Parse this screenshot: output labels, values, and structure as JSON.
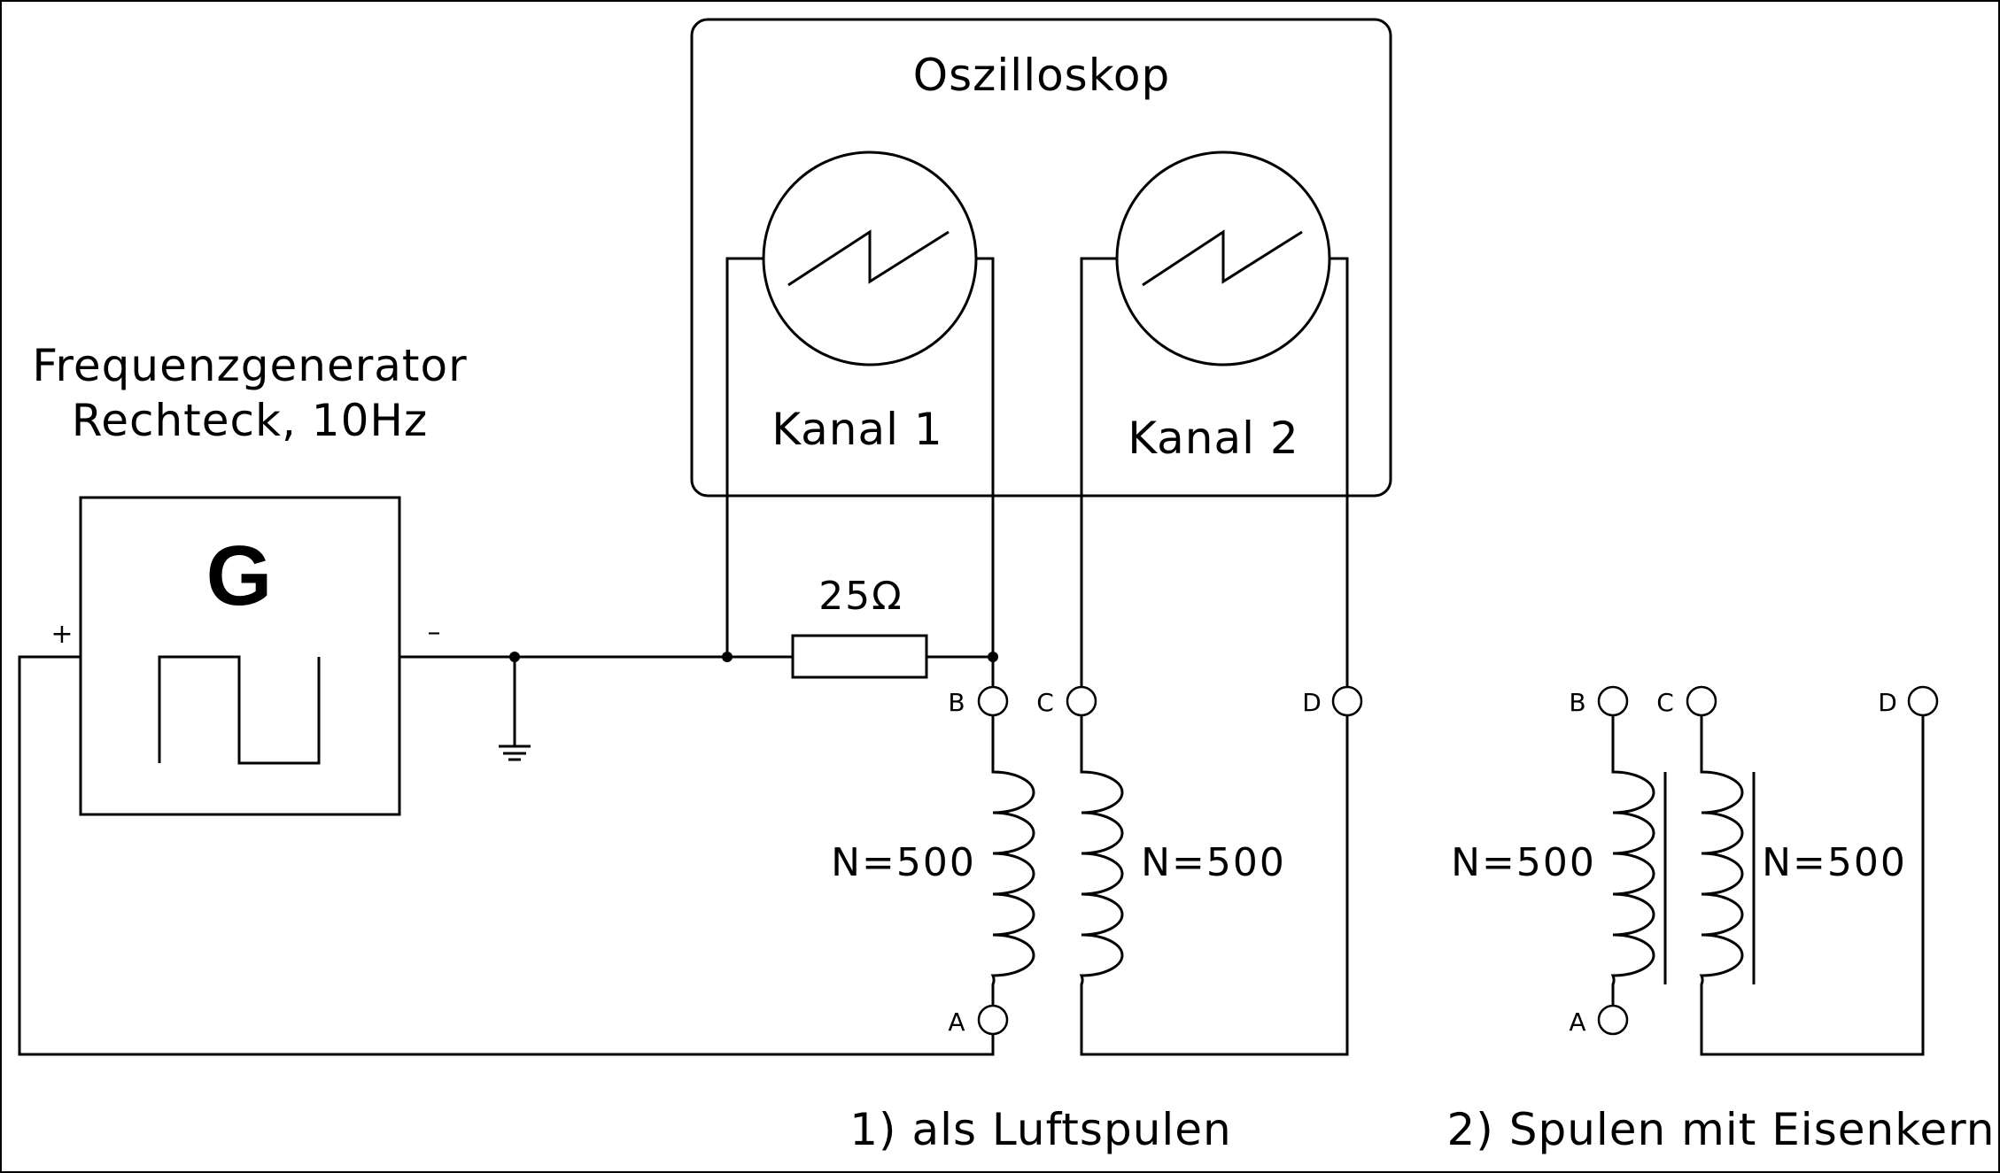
{
  "generator": {
    "title_line1": "Frequenzgenerator",
    "title_line2": "Rechteck, 10Hz",
    "symbol": "G",
    "plus": "+",
    "minus": "–"
  },
  "oscilloscope": {
    "title": "Oszilloskop",
    "channel1": "Kanal 1",
    "channel2": "Kanal 2"
  },
  "resistor": {
    "label": "25Ω"
  },
  "setup1": {
    "caption": "1) als Luftspulen",
    "coil_primary": "N=500",
    "coil_secondary": "N=500",
    "terminals": {
      "a": "A",
      "b": "B",
      "c": "C",
      "d": "D"
    }
  },
  "setup2": {
    "caption": "2) Spulen mit Eisenkern",
    "coil_primary": "N=500",
    "coil_secondary": "N=500",
    "terminals": {
      "a": "A",
      "b": "B",
      "c": "C",
      "d": "D"
    }
  },
  "colors": {
    "line": "#000000",
    "background": "#ffffff"
  }
}
